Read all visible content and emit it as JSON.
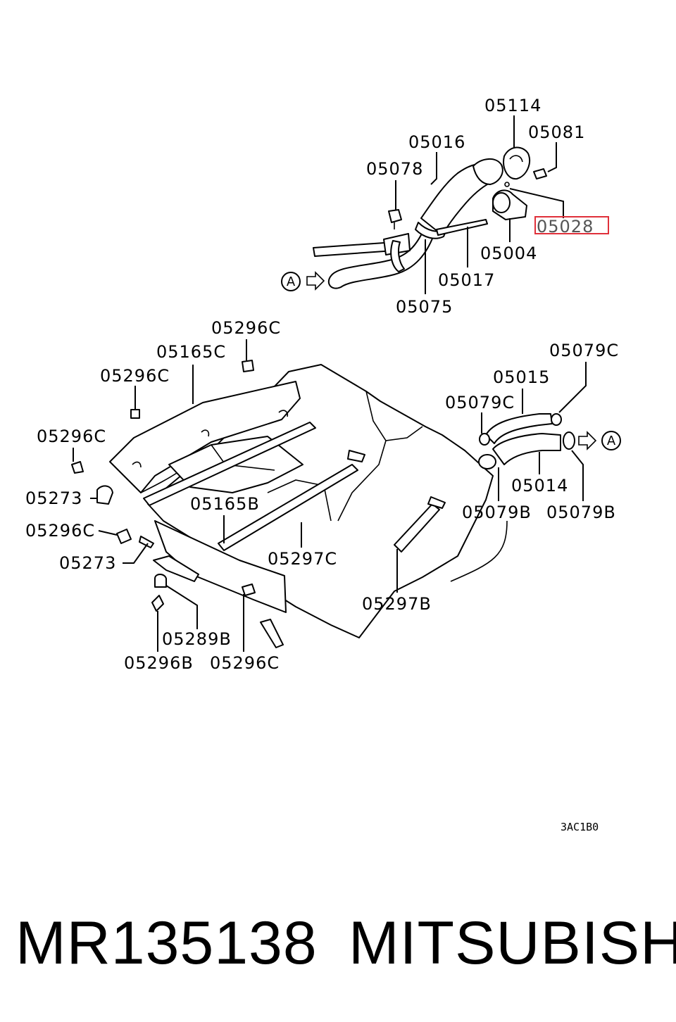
{
  "labels": {
    "l05114": "05114",
    "l05081": "05081",
    "l05016": "05016",
    "l05078": "05078",
    "l05028": "05028",
    "l05004": "05004",
    "l05017": "05017",
    "l05075": "05075",
    "l05296C_top": "05296C",
    "l05165C": "05165C",
    "l05296C_a": "05296C",
    "l05296C_b": "05296C",
    "l05273_a": "05273",
    "l05296C_c": "05296C",
    "l05273_b": "05273",
    "l05165B": "05165B",
    "l05297C": "05297C",
    "l05297B": "05297B",
    "l05289B": "05289B",
    "l05296B": "05296B",
    "l05296C_d": "05296C",
    "l05079C_a": "05079C",
    "l05015": "05015",
    "l05079C_b": "05079C",
    "l05014": "05014",
    "l05079B_a": "05079B",
    "l05079B_b": "05079B"
  },
  "callouts": {
    "a_left": "A",
    "a_right": "A"
  },
  "highlight_color": "#e0303a",
  "diagram_code": "3AC1B0",
  "footer": {
    "part_number": "MR135138",
    "brand": "MITSUBISHI"
  }
}
